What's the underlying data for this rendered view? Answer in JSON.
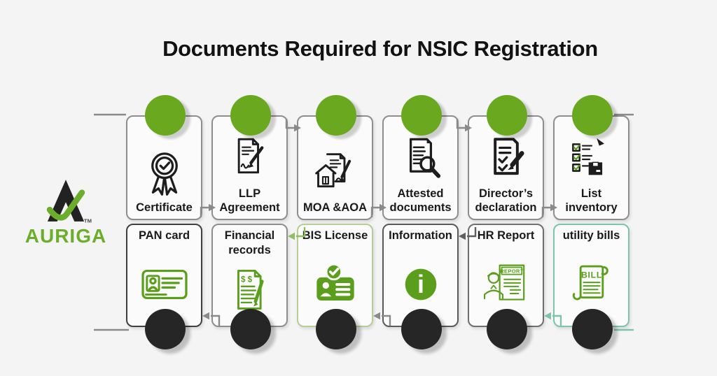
{
  "title": "Documents Required for NSIC Registration",
  "logo": {
    "brand": "AURIGA",
    "trademark": "TM"
  },
  "palette": {
    "background": "#f4f4f4",
    "card_background": "#fbfbfb",
    "title_color": "#121212",
    "label_color": "#1a1a1a",
    "brand_green": "#6cae2a",
    "circle_green": "#6aa81f",
    "circle_black": "#262626",
    "icon_green": "#5a9e1b",
    "icon_black": "#1d1d1d",
    "connector_gray": "#8a8a8a",
    "connector_dark": "#5e5e5e",
    "connector_green": "#8fbe62",
    "connector_teal": "#7cc4ad"
  },
  "flow": {
    "top_row_direction": "left-to-right",
    "bottom_row_direction": "right-to-left"
  },
  "columns": [
    {
      "top": {
        "label": "Certificate",
        "icon": "certificate-ribbon-icon",
        "border": "#8e8e8e"
      },
      "bottom": {
        "label": "PAN card",
        "icon": "pan-card-icon",
        "border": "#3f3f3f"
      }
    },
    {
      "top": {
        "label": "LLP Agreement",
        "icon": "llp-agreement-icon",
        "border": "#8e8e8e"
      },
      "bottom": {
        "label": "Financial records",
        "icon": "financial-records-icon",
        "border": "#8e8e8e",
        "icon_text": "$ $"
      }
    },
    {
      "top": {
        "label": "MOA &AOA",
        "icon": "moa-aoa-icon",
        "border": "#8e8e8e"
      },
      "bottom": {
        "label": "BIS License",
        "icon": "bis-license-icon",
        "border": "#b8cc96"
      }
    },
    {
      "top": {
        "label": "Attested documents",
        "icon": "attested-documents-icon",
        "border": "#8e8e8e"
      },
      "bottom": {
        "label": "Information",
        "icon": "information-icon",
        "border": "#5a5a5a",
        "icon_text": "i"
      }
    },
    {
      "top": {
        "label": "Director’s declaration",
        "icon": "directors-declaration-icon",
        "border": "#8e8e8e"
      },
      "bottom": {
        "label": "HR Report",
        "icon": "hr-report-icon",
        "border": "#6e6e6e",
        "icon_text": "REPORT"
      }
    },
    {
      "top": {
        "label": "List inventory",
        "icon": "list-inventory-icon",
        "border": "#8e8e8e"
      },
      "bottom": {
        "label": "utility bills",
        "icon": "utility-bills-icon",
        "border": "#7cc4ad",
        "icon_text": "BILL"
      }
    }
  ]
}
